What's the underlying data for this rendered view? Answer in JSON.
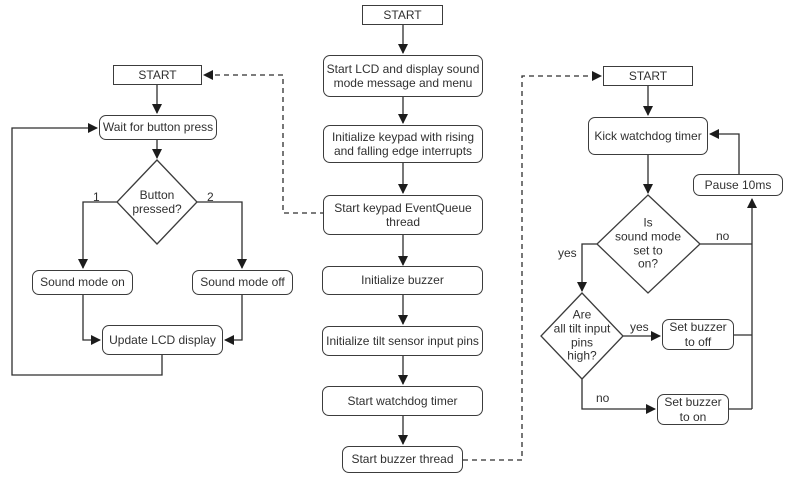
{
  "colors": {
    "stroke": "#3c3c3c",
    "node_fill": "#ffffff",
    "text": "#303030",
    "background": "#ffffff"
  },
  "ui_thread": {
    "start": "START",
    "wait_button": "Wait for button press",
    "button_pressed": "Button\npressed?",
    "branch_1": "1",
    "branch_2": "2",
    "sound_mode_on": "Sound mode on",
    "sound_mode_off": "Sound mode off",
    "update_lcd": "Update LCD display"
  },
  "main_thread": {
    "start": "START",
    "start_lcd": "Start LCD and display sound\nmode message and menu",
    "init_keypad": "Initialize keypad with rising\nand falling edge interrupts",
    "start_keypad_thread": "Start keypad EventQueue\nthread",
    "init_buzzer": "Initialize buzzer",
    "init_tilt": "Initialize tilt sensor input pins",
    "start_watchdog": "Start watchdog timer",
    "start_buzzer_thread": "Start buzzer thread"
  },
  "buzzer_thread": {
    "start": "START",
    "kick_watchdog": "Kick watchdog timer",
    "pause_10ms": "Pause 10ms",
    "is_sound_mode": "Is\nsound mode\nset to\non?",
    "sound_yes": "yes",
    "sound_no": "no",
    "tilt_pins_high": "Are\nall tilt input\npins\nhigh?",
    "tilt_yes": "yes",
    "tilt_no": "no",
    "set_buzzer_off": "Set buzzer\nto off",
    "set_buzzer_on": "Set buzzer\nto on"
  }
}
